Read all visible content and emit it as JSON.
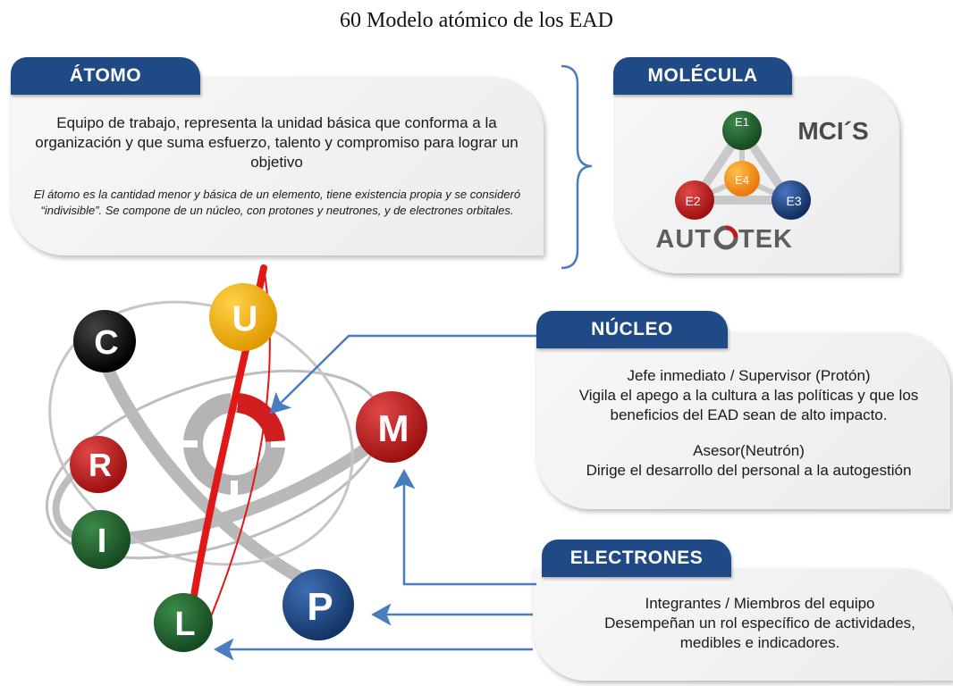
{
  "title": "60 Modelo atómico de los EAD",
  "atomo": {
    "tab": "ÁTOMO",
    "main": "Equipo de trabajo, representa la unidad básica que conforma a la organización y que suma esfuerzo, talento y compromiso para lograr un objetivo",
    "note": "El átomo es la cantidad menor y básica de un elemento, tiene existencia propia y se consideró “indivisible”. Se compone de un núcleo, con protones y neutrones, y de electrones orbitales."
  },
  "molecula": {
    "tab": "MOLÉCULA",
    "brand": "MCI´S",
    "nodes": [
      "E1",
      "E2",
      "E3",
      "E4"
    ],
    "logo_left": "AUT",
    "logo_right": "TEK"
  },
  "nucleo": {
    "tab": "NÚCLEO",
    "line1": "Jefe inmediato / Supervisor (Protón)",
    "line2": "Vigila el apego a la cultura a las políticas y que los",
    "line3": "beneficios del EAD sean de alto impacto.",
    "line4": "Asesor(Neutrón)",
    "line5": "Dirige el desarrollo del personal  a la autogestión"
  },
  "electrones": {
    "tab": "ELECTRONES",
    "line1": "Integrantes / Miembros del equipo",
    "line2": "Desempeñan un rol específico de actividades,",
    "line3": "medibles e indicadores."
  },
  "balls": {
    "c": "C",
    "u": "U",
    "m": "M",
    "r": "R",
    "i": "I",
    "p": "P",
    "l": "L"
  },
  "colors": {
    "navy": "#1f4a85",
    "red": "#c01a1a",
    "green": "#1f5e2c",
    "yellow": "#f2b316",
    "black": "#111111",
    "blue_ball": "#1f4a85",
    "gray_orbit": "#b9b9b9",
    "arrow": "#4a7cc0"
  }
}
